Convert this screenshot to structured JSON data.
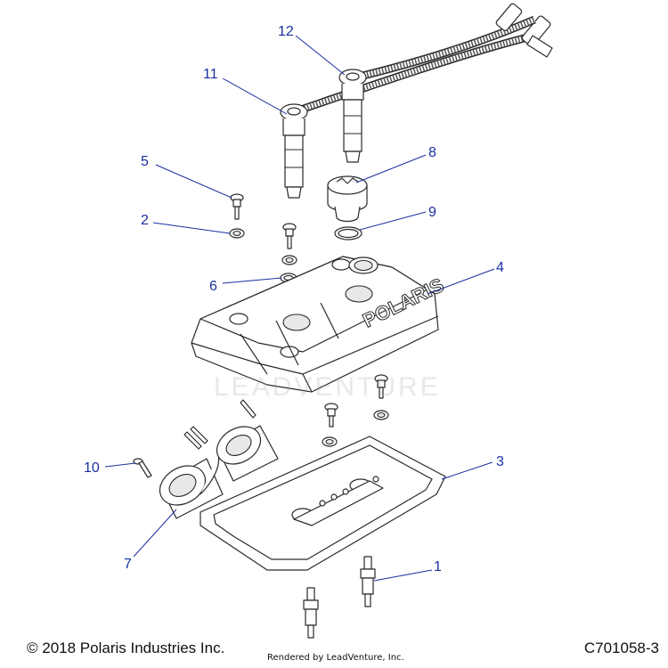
{
  "callouts": [
    "1",
    "2",
    "3",
    "4",
    "5",
    "6",
    "7",
    "8",
    "9",
    "10",
    "11",
    "12"
  ],
  "brand_on_cover": "POLARIS",
  "watermark": "LEADVENTURE",
  "footer": {
    "copyright": "© 2018 Polaris Industries Inc.",
    "rendered_by": "Rendered by LeadVenture, Inc.",
    "code": "C701058-3"
  },
  "colors": {
    "callout": "#1a2fa0",
    "line": "#2a2a2a"
  }
}
